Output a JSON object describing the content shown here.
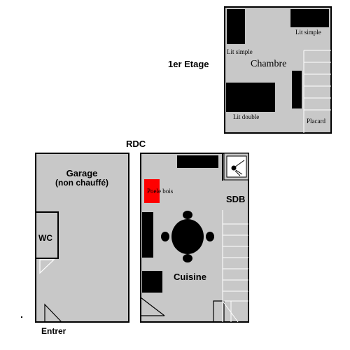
{
  "floors": {
    "upper": {
      "label": "1er Etage",
      "room": "Chambre",
      "furniture": {
        "bed_single_left": "Lit simple",
        "bed_single_right": "Lit simple",
        "bed_double": "Lit double",
        "closet": "Placard"
      }
    },
    "ground": {
      "label": "RDC",
      "garage": {
        "line1": "Garage",
        "line2": "(non chauffé)"
      },
      "wc": "WC",
      "stove": "Poele bois",
      "bathroom": "SDB",
      "kitchen": "Cuisine",
      "entrance": "Entrer"
    }
  },
  "colors": {
    "room_fill": "#c8c8c8",
    "wall": "#000000",
    "furniture": "#000000",
    "stove": "#ff0000",
    "stair_lines": "#ffffff"
  }
}
